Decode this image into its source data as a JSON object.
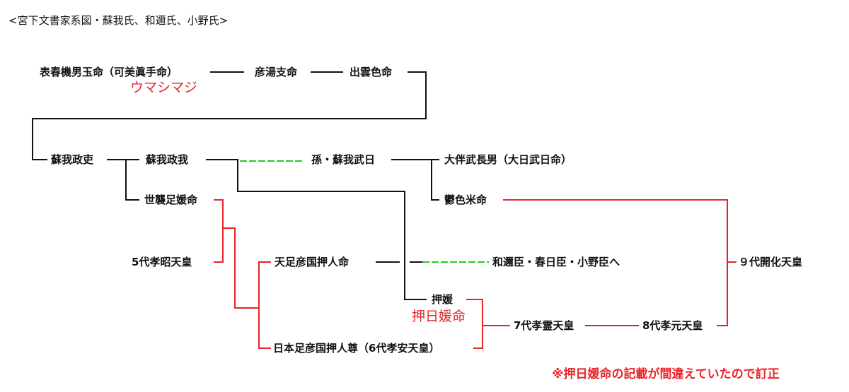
{
  "title": "<宮下文書家系図・蘇我氏、和邇氏、小野氏>",
  "nodes": {
    "omote": "表春機男玉命（可美眞手命）",
    "umashimaji": "ウマシマジ",
    "hikoyu": "彦湯支命",
    "izumoshiko": "出雲色命",
    "soga_masashi": "蘇我政吏",
    "soga_masaga": "蘇我政我",
    "mago_soga_taketo": "孫・蘇我武日",
    "otomo": "大伴武長男（大日武日命）",
    "utsushikome": "鬱色米命",
    "yosotarashi": "世襲足媛命",
    "kosho": "5代孝昭天皇",
    "amatarashi": "天足彦国押人命",
    "wani": "和邇臣・春日臣・小野臣へ",
    "kaika": "９代開化天皇",
    "oshihime": "押媛",
    "oshihime_red": "押日媛命",
    "korei": "7代孝霊天皇",
    "kogen": "8代孝元天皇",
    "yamato_tarashi": "日本足彦国押人尊（6代孝安天皇）"
  },
  "note": "※押日媛命の記載が間違えていたので訂正",
  "colors": {
    "black": "#111111",
    "red": "#e8242b",
    "green": "#22cc22"
  }
}
